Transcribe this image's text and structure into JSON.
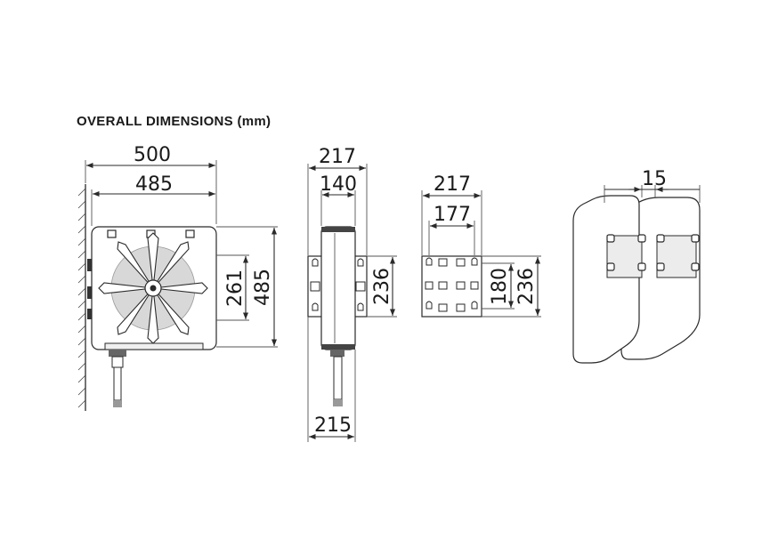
{
  "title": "OVERALL DIMENSIONS (mm)",
  "dimensions": {
    "front_width_outer": "500",
    "front_width_inner": "485",
    "front_height_inner": "261",
    "front_height_outer": "485",
    "side_depth_outer": "217",
    "side_depth_inner": "140",
    "side_bracket_height": "236",
    "side_bottom_width": "215",
    "bracket_width_outer": "217",
    "bracket_width_inner": "177",
    "bracket_height_inner": "180",
    "bracket_height_outer": "236",
    "spacing_gap": "15"
  }
}
